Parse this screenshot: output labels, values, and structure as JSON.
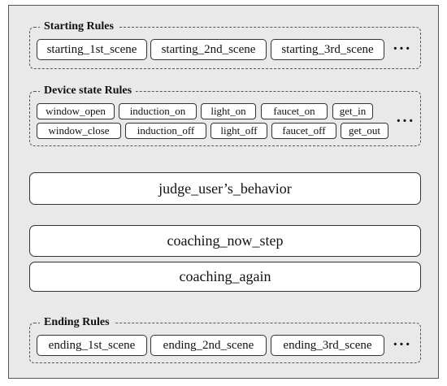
{
  "starting_rules": {
    "title": "Starting Rules",
    "items": [
      "starting_1st_scene",
      "starting_2nd_scene",
      "starting_3rd_scene"
    ],
    "more": "···"
  },
  "device_state_rules": {
    "title": "Device state Rules",
    "row1": [
      "window_open",
      "induction_on",
      "light_on",
      "faucet_on",
      "get_in"
    ],
    "row2": [
      "window_close",
      "induction_off",
      "light_off",
      "faucet_off",
      "get_out"
    ],
    "more": "···"
  },
  "steps": {
    "judge": "judge_user’s_behavior",
    "coaching_now": "coaching_now_step",
    "coaching_again": "coaching_again"
  },
  "ending_rules": {
    "title": "Ending Rules",
    "items": [
      "ending_1st_scene",
      "ending_2nd_scene",
      "ending_3rd_scene"
    ],
    "more": "···"
  }
}
